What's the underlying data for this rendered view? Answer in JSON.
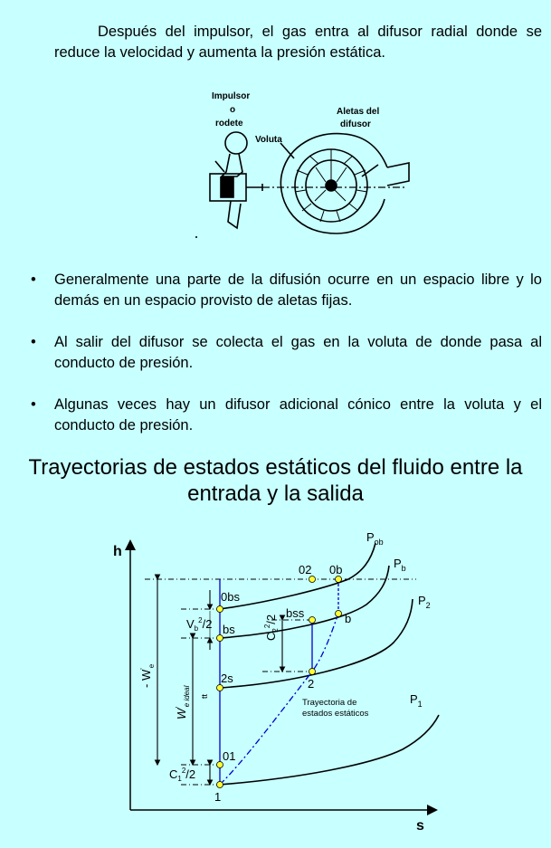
{
  "intro_text": "Después del impulsor, el gas entra al difusor radial donde se reduce la velocidad y aumenta la presión estática.",
  "compressor_figure": {
    "labels": {
      "impeller": "Impulsor",
      "impeller_o": "o",
      "impeller_rotor": "rodete",
      "volute": "Voluta",
      "vanes": "Aletas del",
      "vanes2": "difusor"
    }
  },
  "bullets": [
    {
      "mark": "•",
      "text": "Generalmente una parte de la difusión ocurre en un espacio libre y lo demás en un espacio provisto de aletas fijas."
    },
    {
      "mark": "•",
      "text": "Al salir del difusor se colecta el gas en la voluta de donde pasa al conducto de presión."
    },
    {
      "mark": "•",
      "text": "Algunas veces hay un difusor adicional cónico entre la voluta y el conducto de presión."
    }
  ],
  "heading": "Trayectorias de estados estáticos del fluido entre la entrada y la salida",
  "hs_diagram": {
    "axis_y": "h",
    "axis_x": "s",
    "isobars": [
      {
        "name": "P",
        "sub": "ob"
      },
      {
        "name": "P",
        "sub": "b"
      },
      {
        "name": "P",
        "sub": "2"
      },
      {
        "name": "P",
        "sub": "1"
      }
    ],
    "points": {
      "p02": "02",
      "p0b": "0b",
      "p0bs": "0bs",
      "pbss": "bss",
      "pb": "b",
      "pbs": "bs",
      "p2s": "2s",
      "p2": "2",
      "p01": "01",
      "p1": "1"
    },
    "dims": {
      "minus_w": "- W",
      "minus_w_sup": "'",
      "minus_w_sub": "e",
      "w_ideal": "W",
      "w_ideal_sup": "'",
      "w_ideal_sub": "e ideal",
      "tt": "tt",
      "c2": "C",
      "c2_sub": "2",
      "c2_sup": "2",
      "c2_tail": "/2",
      "vb": "V",
      "vb_sub": "b",
      "vb_sup": "2",
      "vb_tail": "/2",
      "c1": "C",
      "c1_sub": "1",
      "c1_sup": "2",
      "c1_tail": "/2"
    },
    "path_label_1": "Trayectoria de",
    "path_label_2": "estados estáticos",
    "colors": {
      "curve": "#000000",
      "path": "#0000cc",
      "point": "#ffff33"
    }
  }
}
